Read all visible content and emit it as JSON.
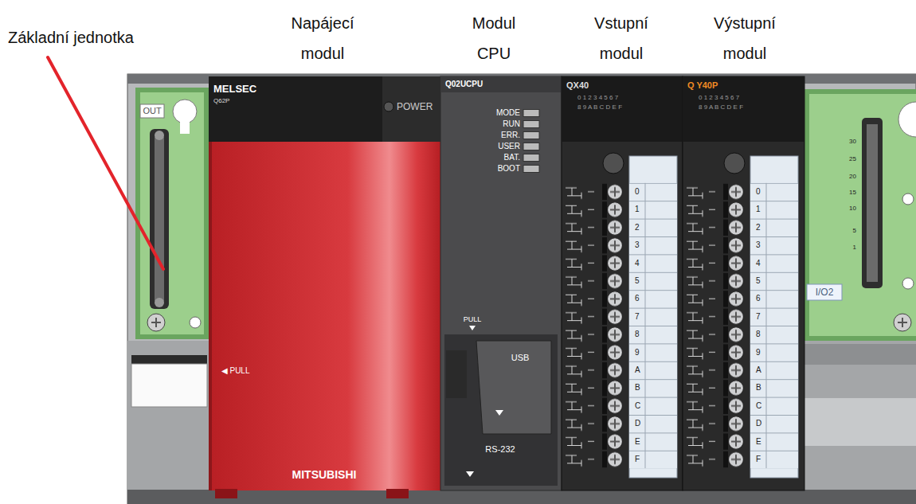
{
  "diagram": {
    "nodes": [
      {
        "text": [
          "OUT",
          "30",
          "25",
          "20",
          "15",
          "10",
          "5",
          "1",
          "I/O2"
        ]
      },
      {
        "text": [
          "MELSEC",
          "Q62P",
          "POWER",
          "◀ PULL",
          "MITSUBISHI"
        ],
        "in": 0
      },
      {
        "text": [
          "Q02UCPU",
          "MODE",
          "RUN",
          "ERR.",
          "USER",
          "BAT.",
          "BOOT",
          "PULL",
          "USB",
          "RS-232"
        ],
        "in": 0
      },
      {
        "text": [
          "QX40",
          "0 1 2 3 4 5 6 7",
          "8 9 A B C D E F",
          "0",
          "1",
          "2",
          "3",
          "4",
          "5",
          "6",
          "7",
          "8",
          "9",
          "A",
          "B",
          "C",
          "D",
          "E",
          "F"
        ],
        "in": 0
      },
      {
        "text": [
          "Q Y40P",
          "0 1 2 3 4 5 6 7",
          "8 9 A B C D E F",
          "0",
          "1",
          "2",
          "3",
          "4",
          "5",
          "6",
          "7",
          "8",
          "9",
          "A",
          "B",
          "C",
          "D",
          "E",
          "F"
        ],
        "in": 0
      }
    ],
    "labels": [
      "Základní jednotka",
      "Napájecí modul",
      "Modul CPU",
      "Vstupní modul",
      "Výstupní modul"
    ]
  }
}
